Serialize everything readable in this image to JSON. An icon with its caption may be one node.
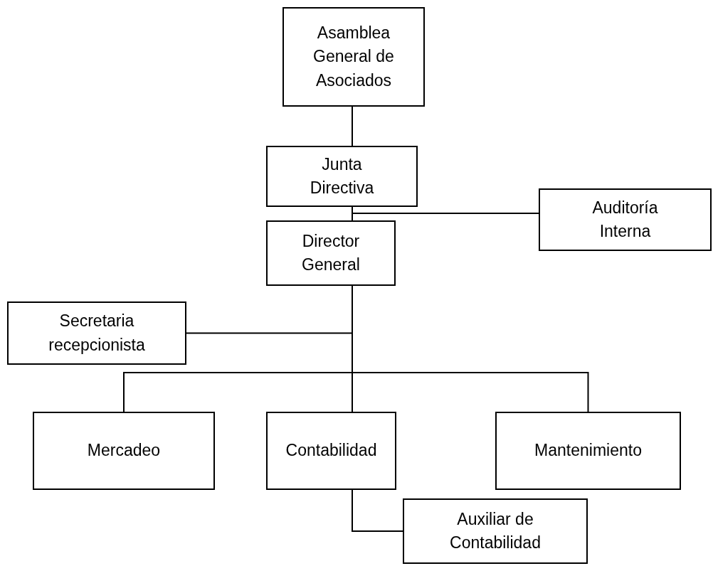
{
  "diagram": {
    "nodes": [
      {
        "text": [
          "Asamblea General de Asociados"
        ]
      },
      {
        "text": [
          "Junta Directiva"
        ]
      },
      {
        "text": [
          "Auditoría Interna"
        ]
      },
      {
        "text": [
          "Director General"
        ]
      },
      {
        "text": [
          "Secretaria recepcionista"
        ]
      },
      {
        "text": [
          "Mercadeo"
        ]
      },
      {
        "text": [
          "Contabilidad"
        ]
      },
      {
        "text": [
          "Mantenimiento"
        ]
      },
      {
        "text": [
          "Auxiliar de Contabilidad"
        ]
      }
    ],
    "edges": [
      {
        "from": 0,
        "to": 1,
        "arrow": "none"
      },
      {
        "from": 1,
        "to": 3,
        "arrow": "none"
      },
      {
        "from": 1,
        "to": 2,
        "arrow": "none"
      },
      {
        "from": 3,
        "to": 4,
        "arrow": "none"
      },
      {
        "from": 3,
        "to": 5,
        "arrow": "none"
      },
      {
        "from": 3,
        "to": 6,
        "arrow": "none"
      },
      {
        "from": 3,
        "to": 7,
        "arrow": "none"
      },
      {
        "from": 6,
        "to": 8,
        "arrow": "none"
      }
    ]
  }
}
